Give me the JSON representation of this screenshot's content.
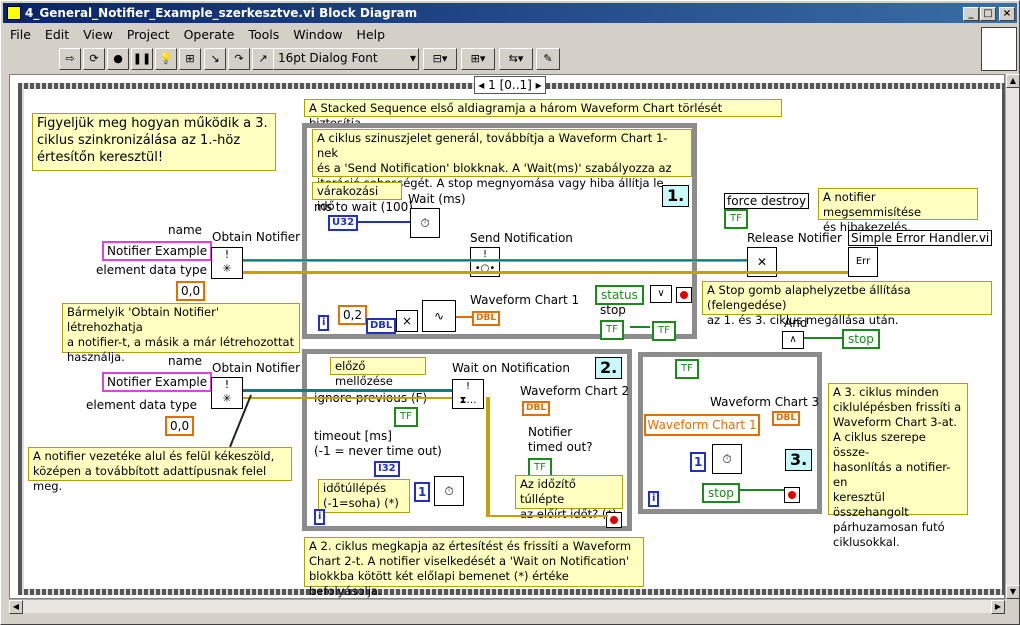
{
  "window": {
    "title": "4_General_Notifier_Example_szerkesztve.vi Block Diagram"
  },
  "menu": [
    "File",
    "Edit",
    "View",
    "Project",
    "Operate",
    "Tools",
    "Window",
    "Help"
  ],
  "toolbar": {
    "font_label": "16pt Dialog Font"
  },
  "sequence": {
    "selector": "1 [0..1]"
  },
  "notes": {
    "intro": "Figyeljük meg hogyan működik a 3.\nciklus szinkronizálása az 1.-höz\nértesítőn keresztül!",
    "stacked": "A Stacked Sequence első aldiagramja a három Waveform Chart törlését biztosítja.",
    "loop1": "A ciklus szinuszjelet generál, továbbítja a Waveform Chart 1-nek\nés a 'Send Notification' blokknak. A 'Wait(ms)' szabályozza az\niteráció sebességét. A stop megnyomása vagy hiba állítja le.",
    "destroy": "A notifier megsemmisítése\nés hibakezelés.",
    "obtain": "Bármelyik 'Obtain Notifier' létrehozhatja\na notifier-t, a másik a már létrehozottat\nhasználja.",
    "wire": "A notifier vezetéke alul és felül kékeszöld,\nközépen a továbbított adattípusnak felel meg.",
    "stopreset": "A Stop gomb alaphelyzetbe állítása (felengedése)\naz 1. és 3. ciklus megállása után.",
    "loop2": "A 2. ciklus megkapja az értesítést és frissíti a Waveform\nChart 2-t. A notifier viselkedését a 'Wait on Notification'\nblokkba kötött két előlapi bemenet (*) értéke befolyásolja.",
    "loop3": "A 3. ciklus minden\nciklulépésben frissíti a\n Waveform Chart 3-at.\nA ciklus szerepe össze-\nhasonlítás a notifier-en\nkeresztül összehangolt\npárhuzamosan futó\n ciklusokkal.",
    "wait_ms": "várakozási idő",
    "prev_ignore": "előző mellőzése",
    "timeout_note": "időtúllépés\n(-1=soha) (*)",
    "timedout_note": "Az időzítő túllépte\naz előírt időt?  (*)"
  },
  "labels": {
    "name1": "name",
    "name2": "name",
    "notifier_example_1": "Notifier Example",
    "notifier_example_2": "Notifier Example",
    "element_type_1": "element data type",
    "element_type_2": "element data type",
    "zero1": "0,0",
    "zero2": "0,0",
    "obtain1": "Obtain Notifier",
    "obtain2": "Obtain Notifier",
    "ms_to_wait": "ms to wait (100)",
    "wait_ms_fn": "Wait (ms)",
    "send_notification": "Send Notification",
    "waveform_chart_1": "Waveform Chart 1",
    "status": "status",
    "stop": "stop",
    "force_destroy": "force destroy",
    "release_notifier": "Release Notifier",
    "simple_error": "Simple Error Handler.vi",
    "val_02": "0,2",
    "dbl": "DBL",
    "u32": "U32",
    "i32": "I32",
    "tf": "TF",
    "and": "And",
    "stop_btn": "stop",
    "wait_on_notif": "Wait on Notification",
    "waveform_chart_2": "Waveform Chart 2",
    "ignore_prev": "ignore previous (F)",
    "timeout_ms": "timeout [ms]\n(-1 = never time out)",
    "notifier_timed_out": "Notifier\ntimed out?",
    "waveform_chart_3": "Waveform Chart 3",
    "waveform_chart_1_box": "Waveform Chart 1",
    "stop_btn3": "stop",
    "one": "1",
    "one2": "1",
    "i": "i",
    "tag1": "1.",
    "tag2": "2.",
    "tag3": "3."
  }
}
